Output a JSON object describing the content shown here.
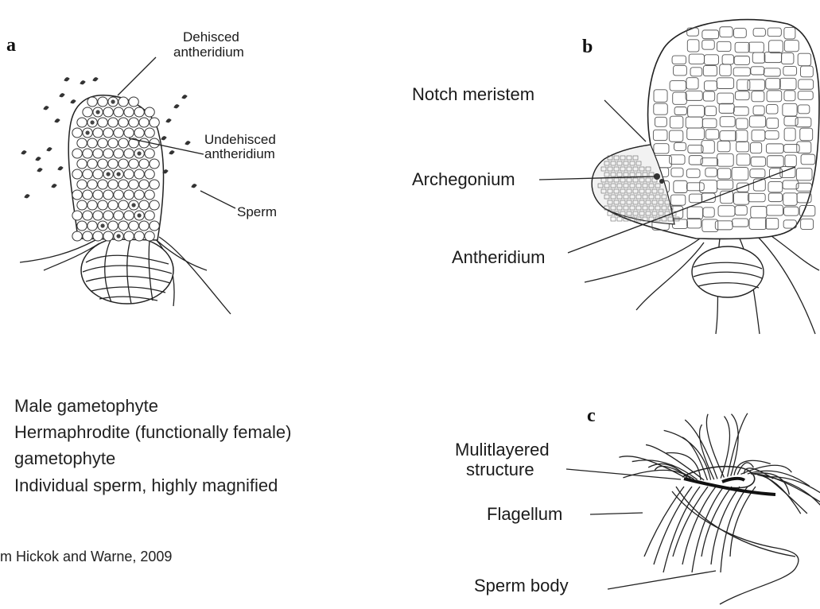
{
  "panel_a": {
    "letter": "a",
    "labels": {
      "dehisced_1": "Dehisced",
      "dehisced_2": "antheridium",
      "undehisced_1": "Undehisced",
      "undehisced_2": "antheridium",
      "sperm": "Sperm"
    }
  },
  "panel_b": {
    "letter": "b",
    "labels": {
      "notch_meristem": "Notch meristem",
      "archegonium": "Archegonium",
      "antheridium": "Antheridium"
    }
  },
  "panel_c": {
    "letter": "c",
    "labels": {
      "multilayered_1": "Mulitlayered",
      "multilayered_2": "structure",
      "flagellum": "Flagellum",
      "sperm_body": "Sperm body"
    }
  },
  "caption": {
    "line1": "Male gametophyte",
    "line2": "Hermaphrodite (functionally female)",
    "line3": "gametophyte",
    "line4": "Individual sperm, highly magnified",
    "credit": "m Hickok and Warne, 2009"
  }
}
